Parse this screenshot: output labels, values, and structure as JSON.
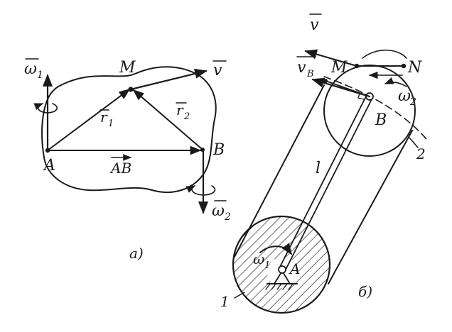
{
  "figure_a": {
    "omega1": "ω",
    "omega1_sub": "1",
    "point_m": "M",
    "velocity": "v",
    "r1": "r",
    "r1_sub": "1",
    "r2": "r",
    "r2_sub": "2",
    "point_a": "A",
    "point_b": "B",
    "vector_ab": "AB",
    "omega2": "ω",
    "omega2_sub": "2",
    "caption": "a)"
  },
  "figure_b": {
    "velocity_top": "v",
    "point_m": "M",
    "point_n": "N",
    "vb": "v",
    "vb_sub": "B",
    "omega2": "ω",
    "omega2_sub": "2",
    "point_b": "B",
    "body2": "2",
    "length_l": "l",
    "omega1": "ω",
    "omega1_sub": "1",
    "point_a": "A",
    "body1": "1",
    "caption": "б)"
  },
  "colors": {
    "ink": "#1a1a1a",
    "paper": "#ffffff"
  }
}
